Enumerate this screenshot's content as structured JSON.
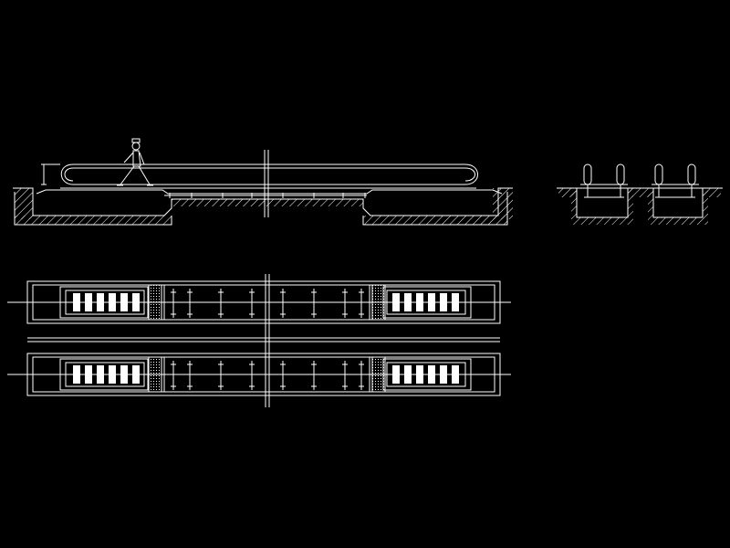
{
  "drawing": {
    "background": "#000000",
    "line_color": "#ffffff",
    "views": [
      {
        "id": "side-elevation",
        "kind": "elevation"
      },
      {
        "id": "cross-section",
        "kind": "section",
        "units": 2
      },
      {
        "id": "plan-upper",
        "kind": "plan"
      },
      {
        "id": "plan-lower",
        "kind": "plan"
      }
    ],
    "figure": "walking-person-icon"
  }
}
